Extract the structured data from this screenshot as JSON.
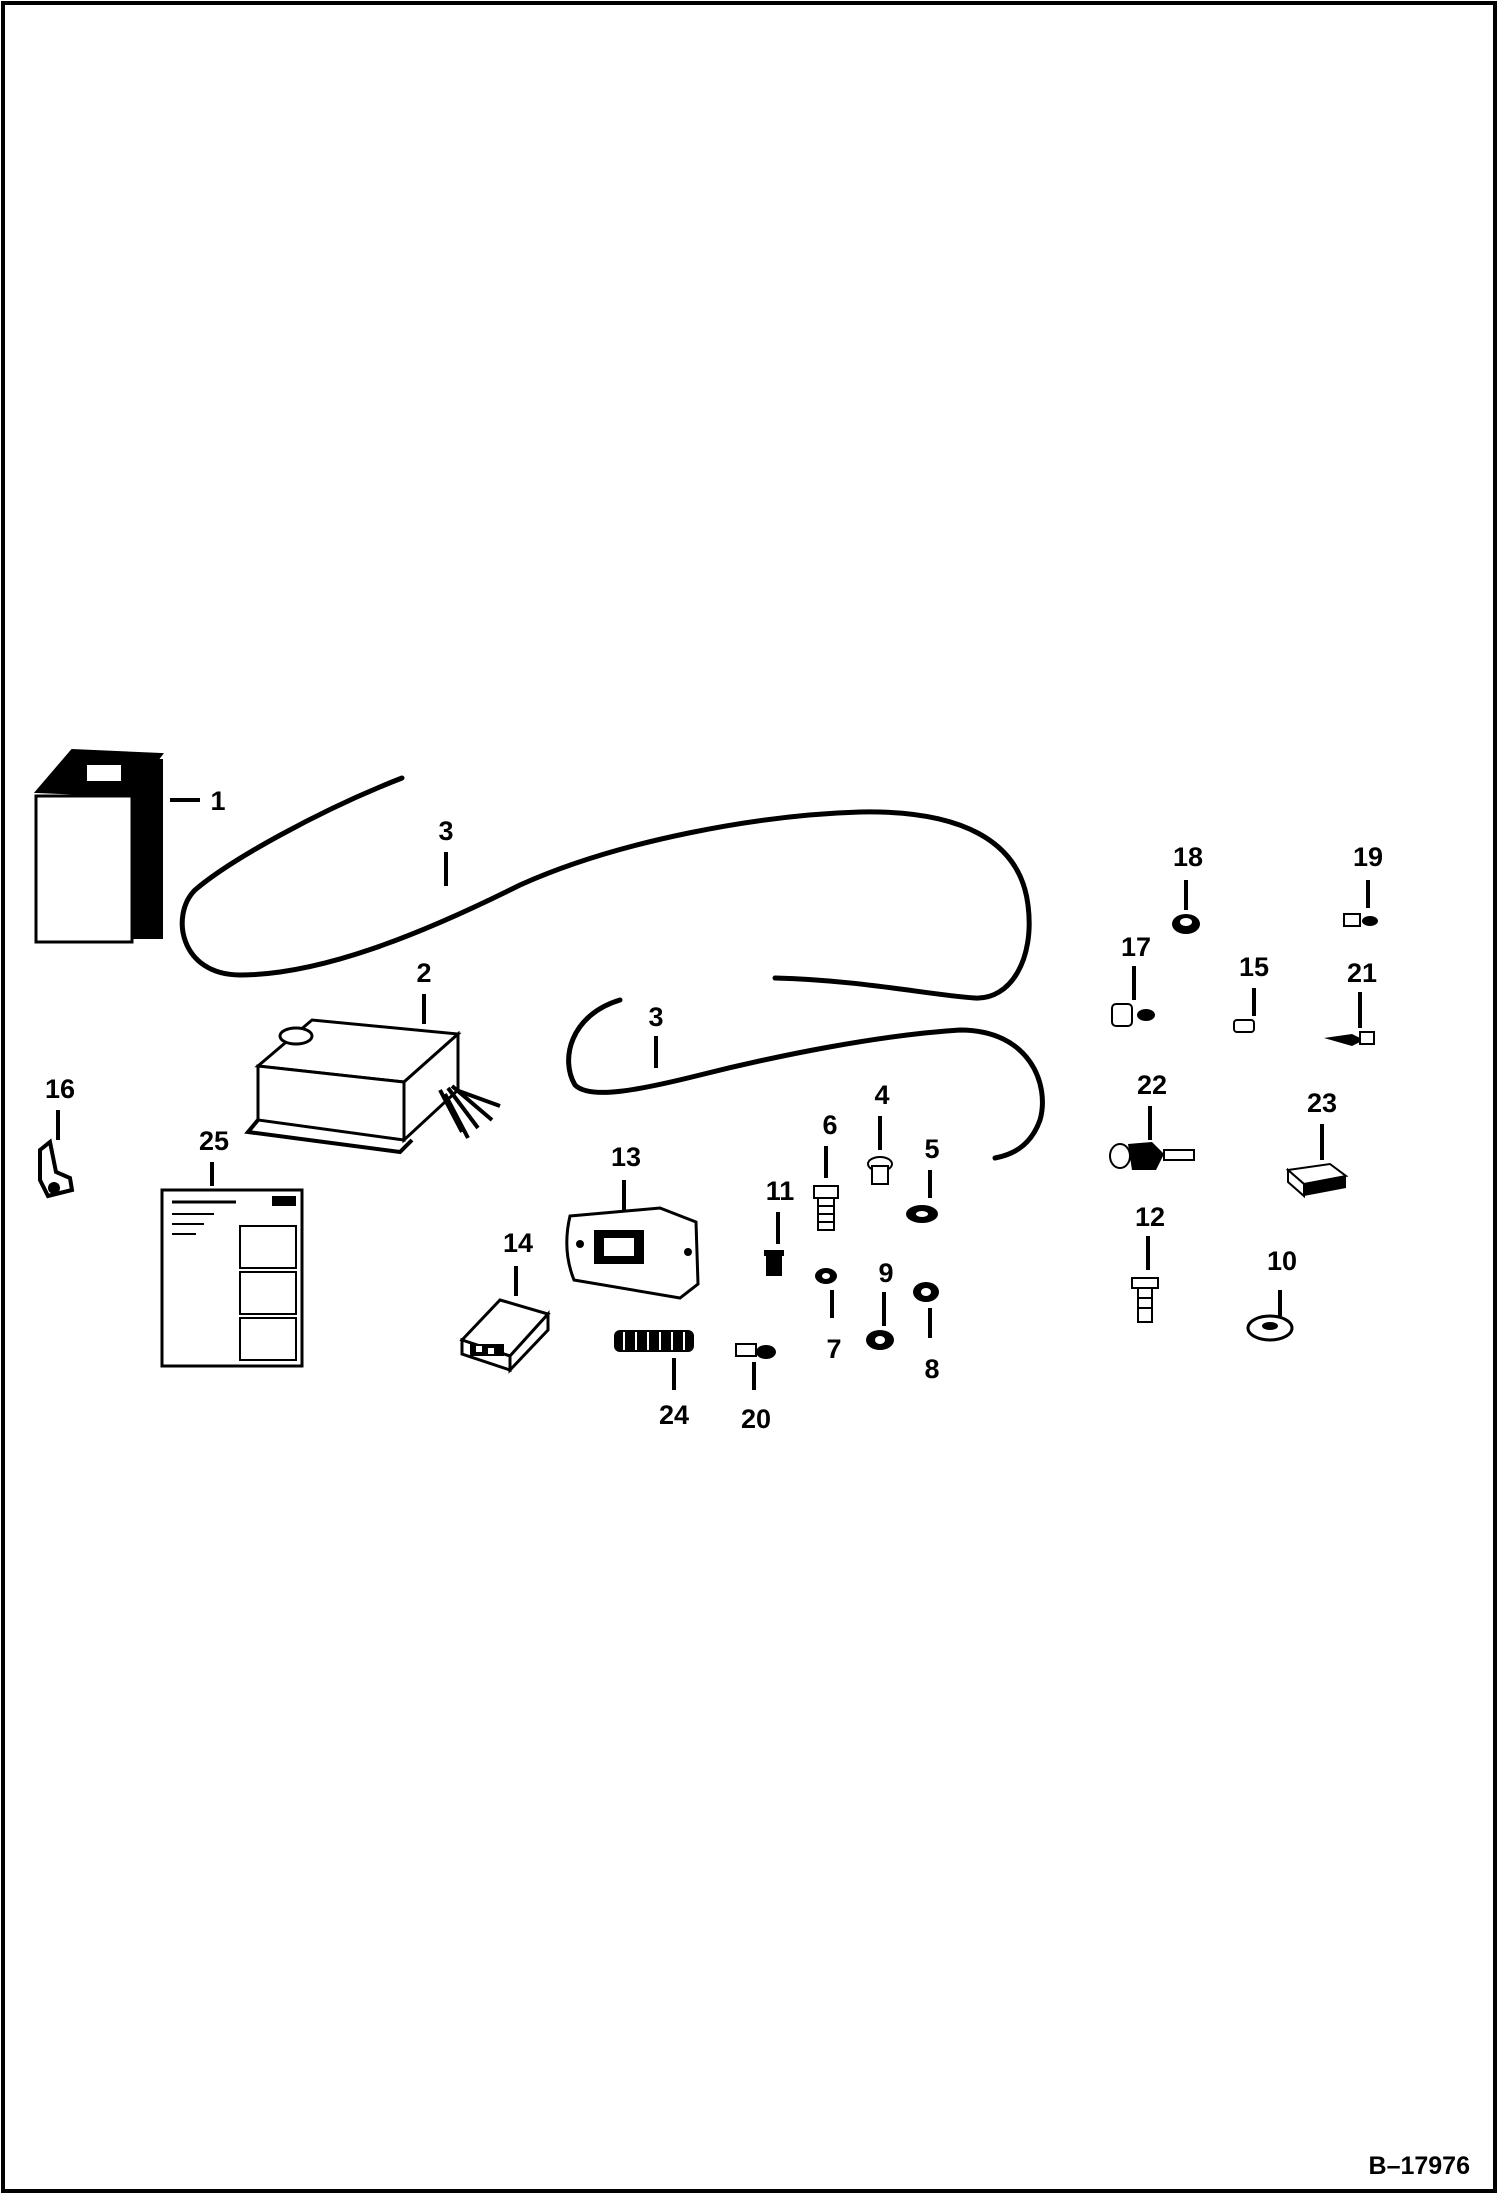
{
  "diagram": {
    "figure_ref": "B–17976",
    "callouts": [
      "1",
      "2",
      "3",
      "3",
      "4",
      "5",
      "6",
      "7",
      "8",
      "9",
      "10",
      "11",
      "12",
      "13",
      "14",
      "15",
      "16",
      "17",
      "18",
      "19",
      "20",
      "21",
      "22",
      "23",
      "24",
      "25"
    ]
  }
}
